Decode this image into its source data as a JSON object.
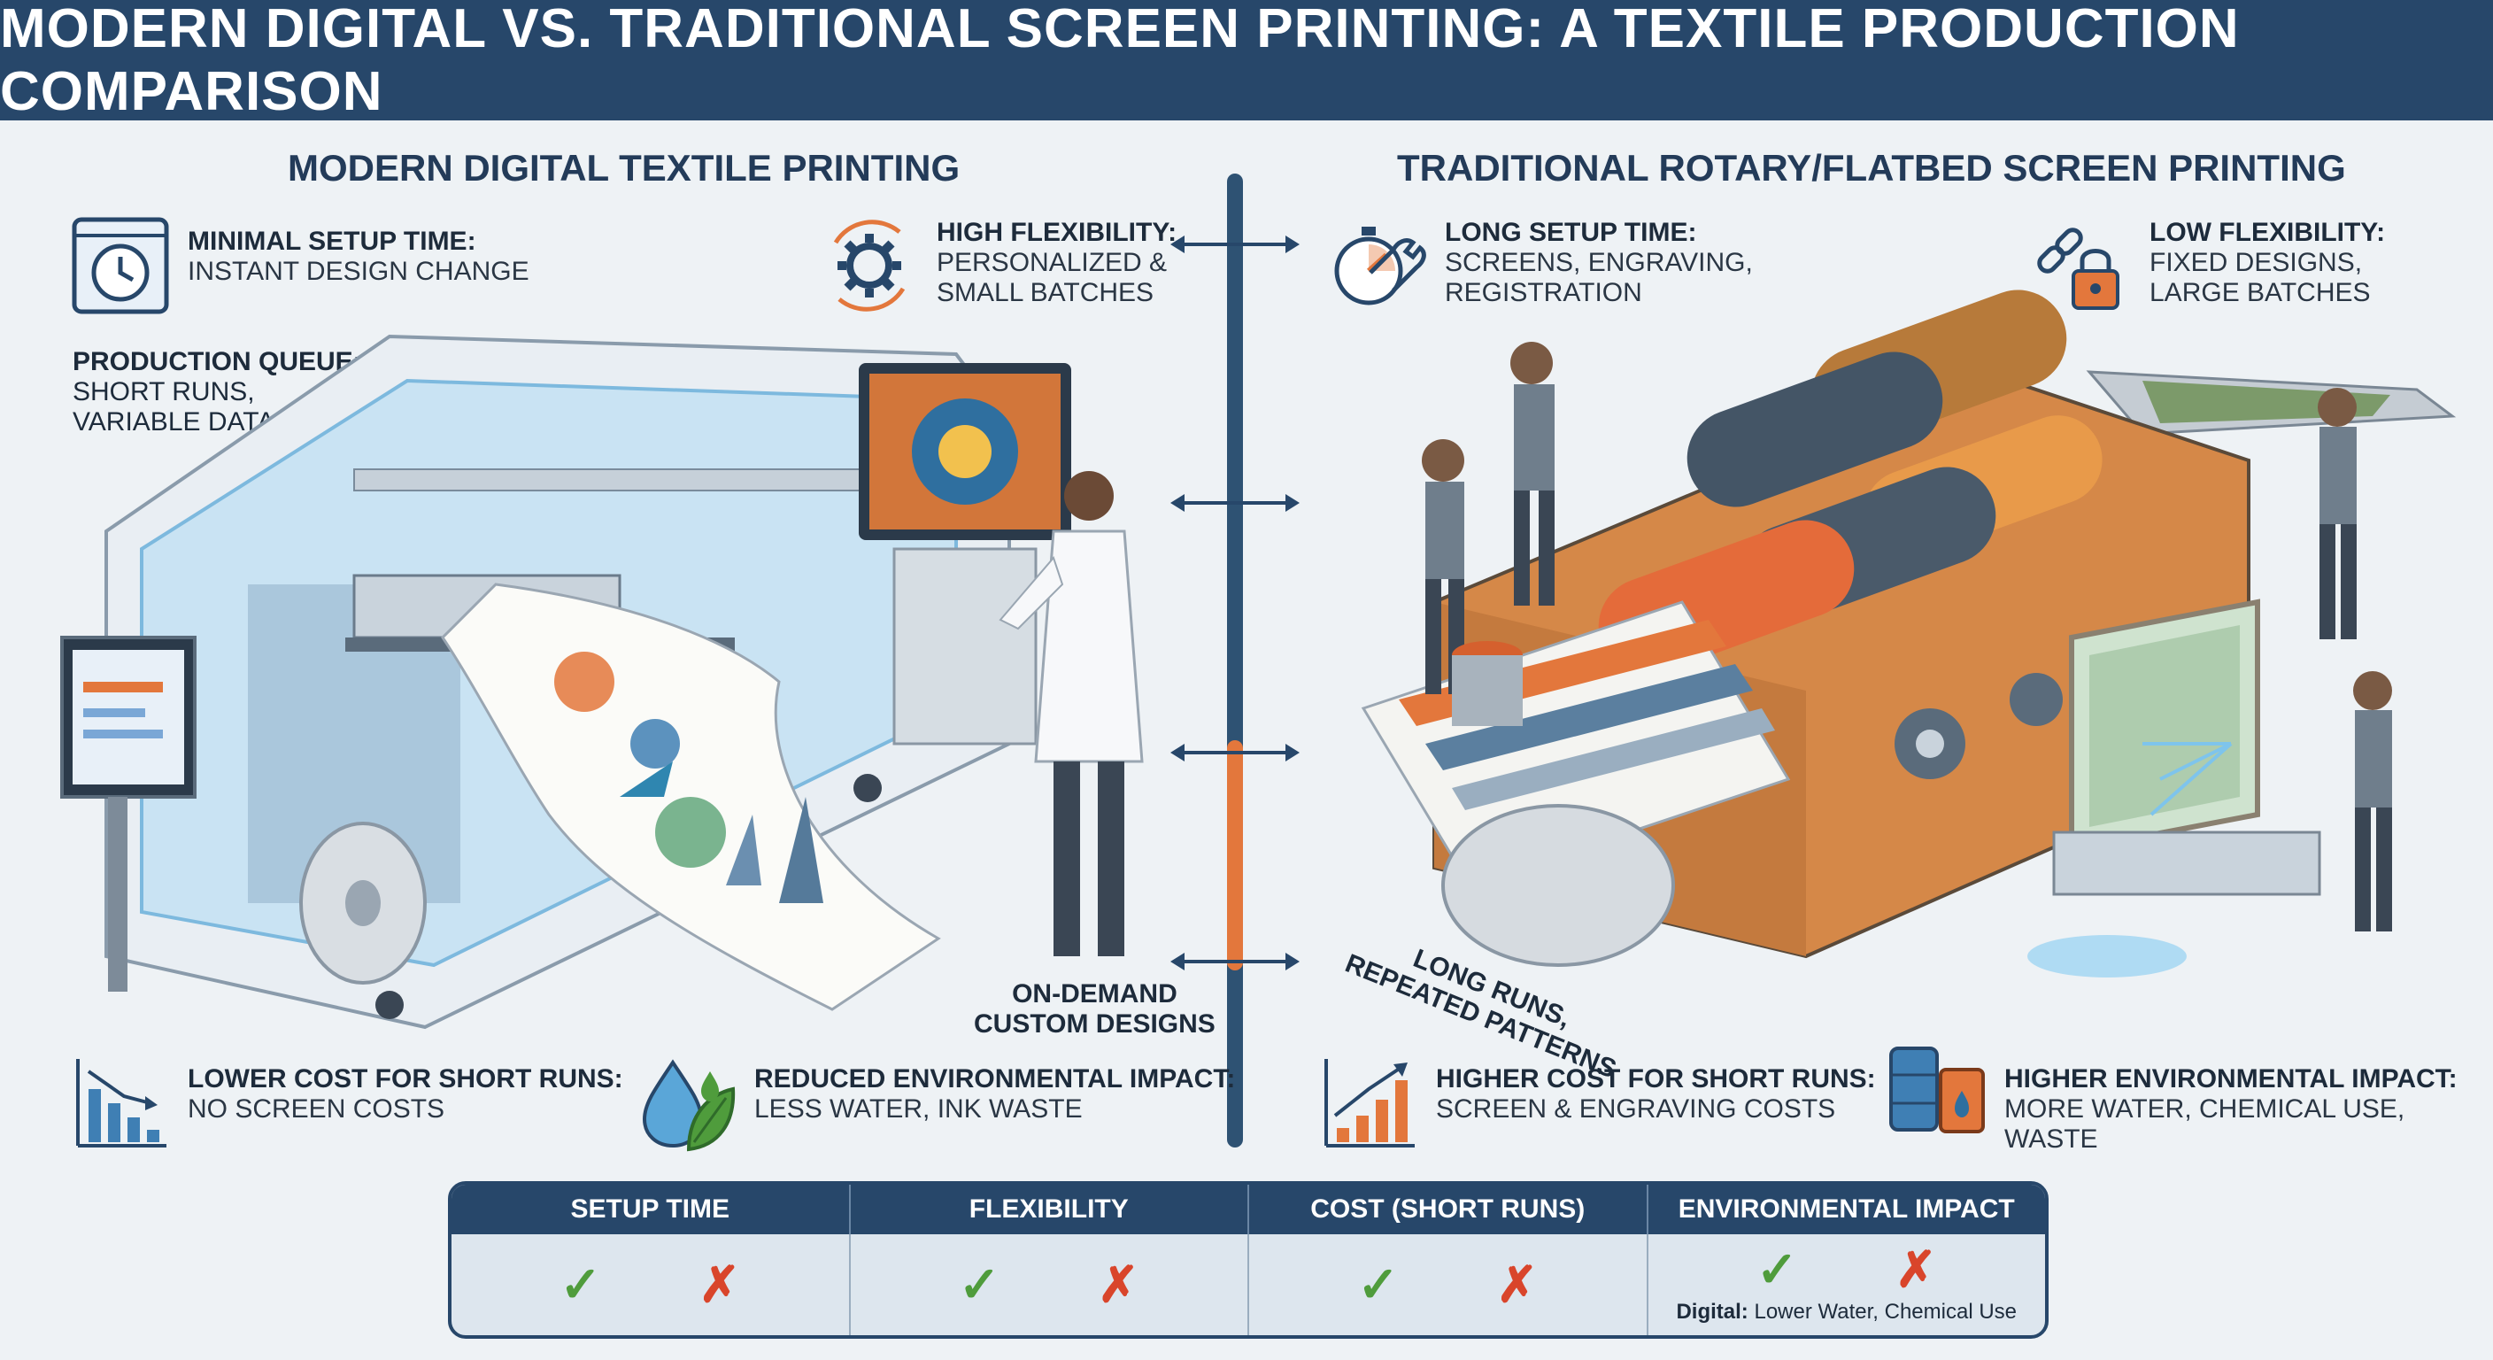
{
  "title": "MODERN DIGITAL VS. TRADITIONAL SCREEN PRINTING: A TEXTILE PRODUCTION COMPARISON",
  "left": {
    "heading": "MODERN DIGITAL TEXTILE PRINTING",
    "setup": {
      "head": "MINIMAL SETUP TIME:",
      "sub": "INSTANT DESIGN CHANGE"
    },
    "flex": {
      "head": "HIGH FLEXIBILITY:",
      "sub1": "PERSONALIZED &",
      "sub2": "SMALL BATCHES"
    },
    "queue": {
      "head": "PRODUCTION QUEUE:",
      "sub1": "SHORT RUNS,",
      "sub2": "VARIABLE DATA"
    },
    "ondemand": {
      "line1": "ON-DEMAND",
      "line2": "CUSTOM DESIGNS"
    },
    "cost": {
      "head": "LOWER COST FOR SHORT RUNS:",
      "sub": "NO SCREEN COSTS"
    },
    "env": {
      "head": "REDUCED ENVIRONMENTAL IMPACT:",
      "sub": "LESS WATER, INK WASTE"
    }
  },
  "right": {
    "heading": "TRADITIONAL ROTARY/FLATBED SCREEN PRINTING",
    "setup": {
      "head": "LONG SETUP TIME:",
      "sub1": "SCREENS, ENGRAVING,",
      "sub2": "REGISTRATION"
    },
    "flex": {
      "head": "LOW FLEXIBILITY:",
      "sub1": "FIXED DESIGNS,",
      "sub2": "LARGE BATCHES"
    },
    "longruns": {
      "line1": "LONG RUNS,",
      "line2": "REPEATED PATTERNS"
    },
    "cost": {
      "head": "HIGHER COST FOR SHORT RUNS:",
      "sub": "SCREEN & ENGRAVING COSTS"
    },
    "env": {
      "head": "HIGHER ENVIRONMENTAL IMPACT:",
      "sub": "MORE WATER, CHEMICAL USE, WASTE"
    }
  },
  "table": {
    "headers": [
      "SETUP TIME",
      "FLEXIBILITY",
      "COST (SHORT RUNS)",
      "ENVIRONMENTAL IMPACT"
    ],
    "check": "✓",
    "cross": "✗",
    "note_bold": "Digital:",
    "note_rest": " Lower Water, Chemical Use"
  },
  "colors": {
    "navy": "#27476a",
    "accent": "#e3773c",
    "check": "#4f9c3c",
    "cross": "#d9452b"
  }
}
